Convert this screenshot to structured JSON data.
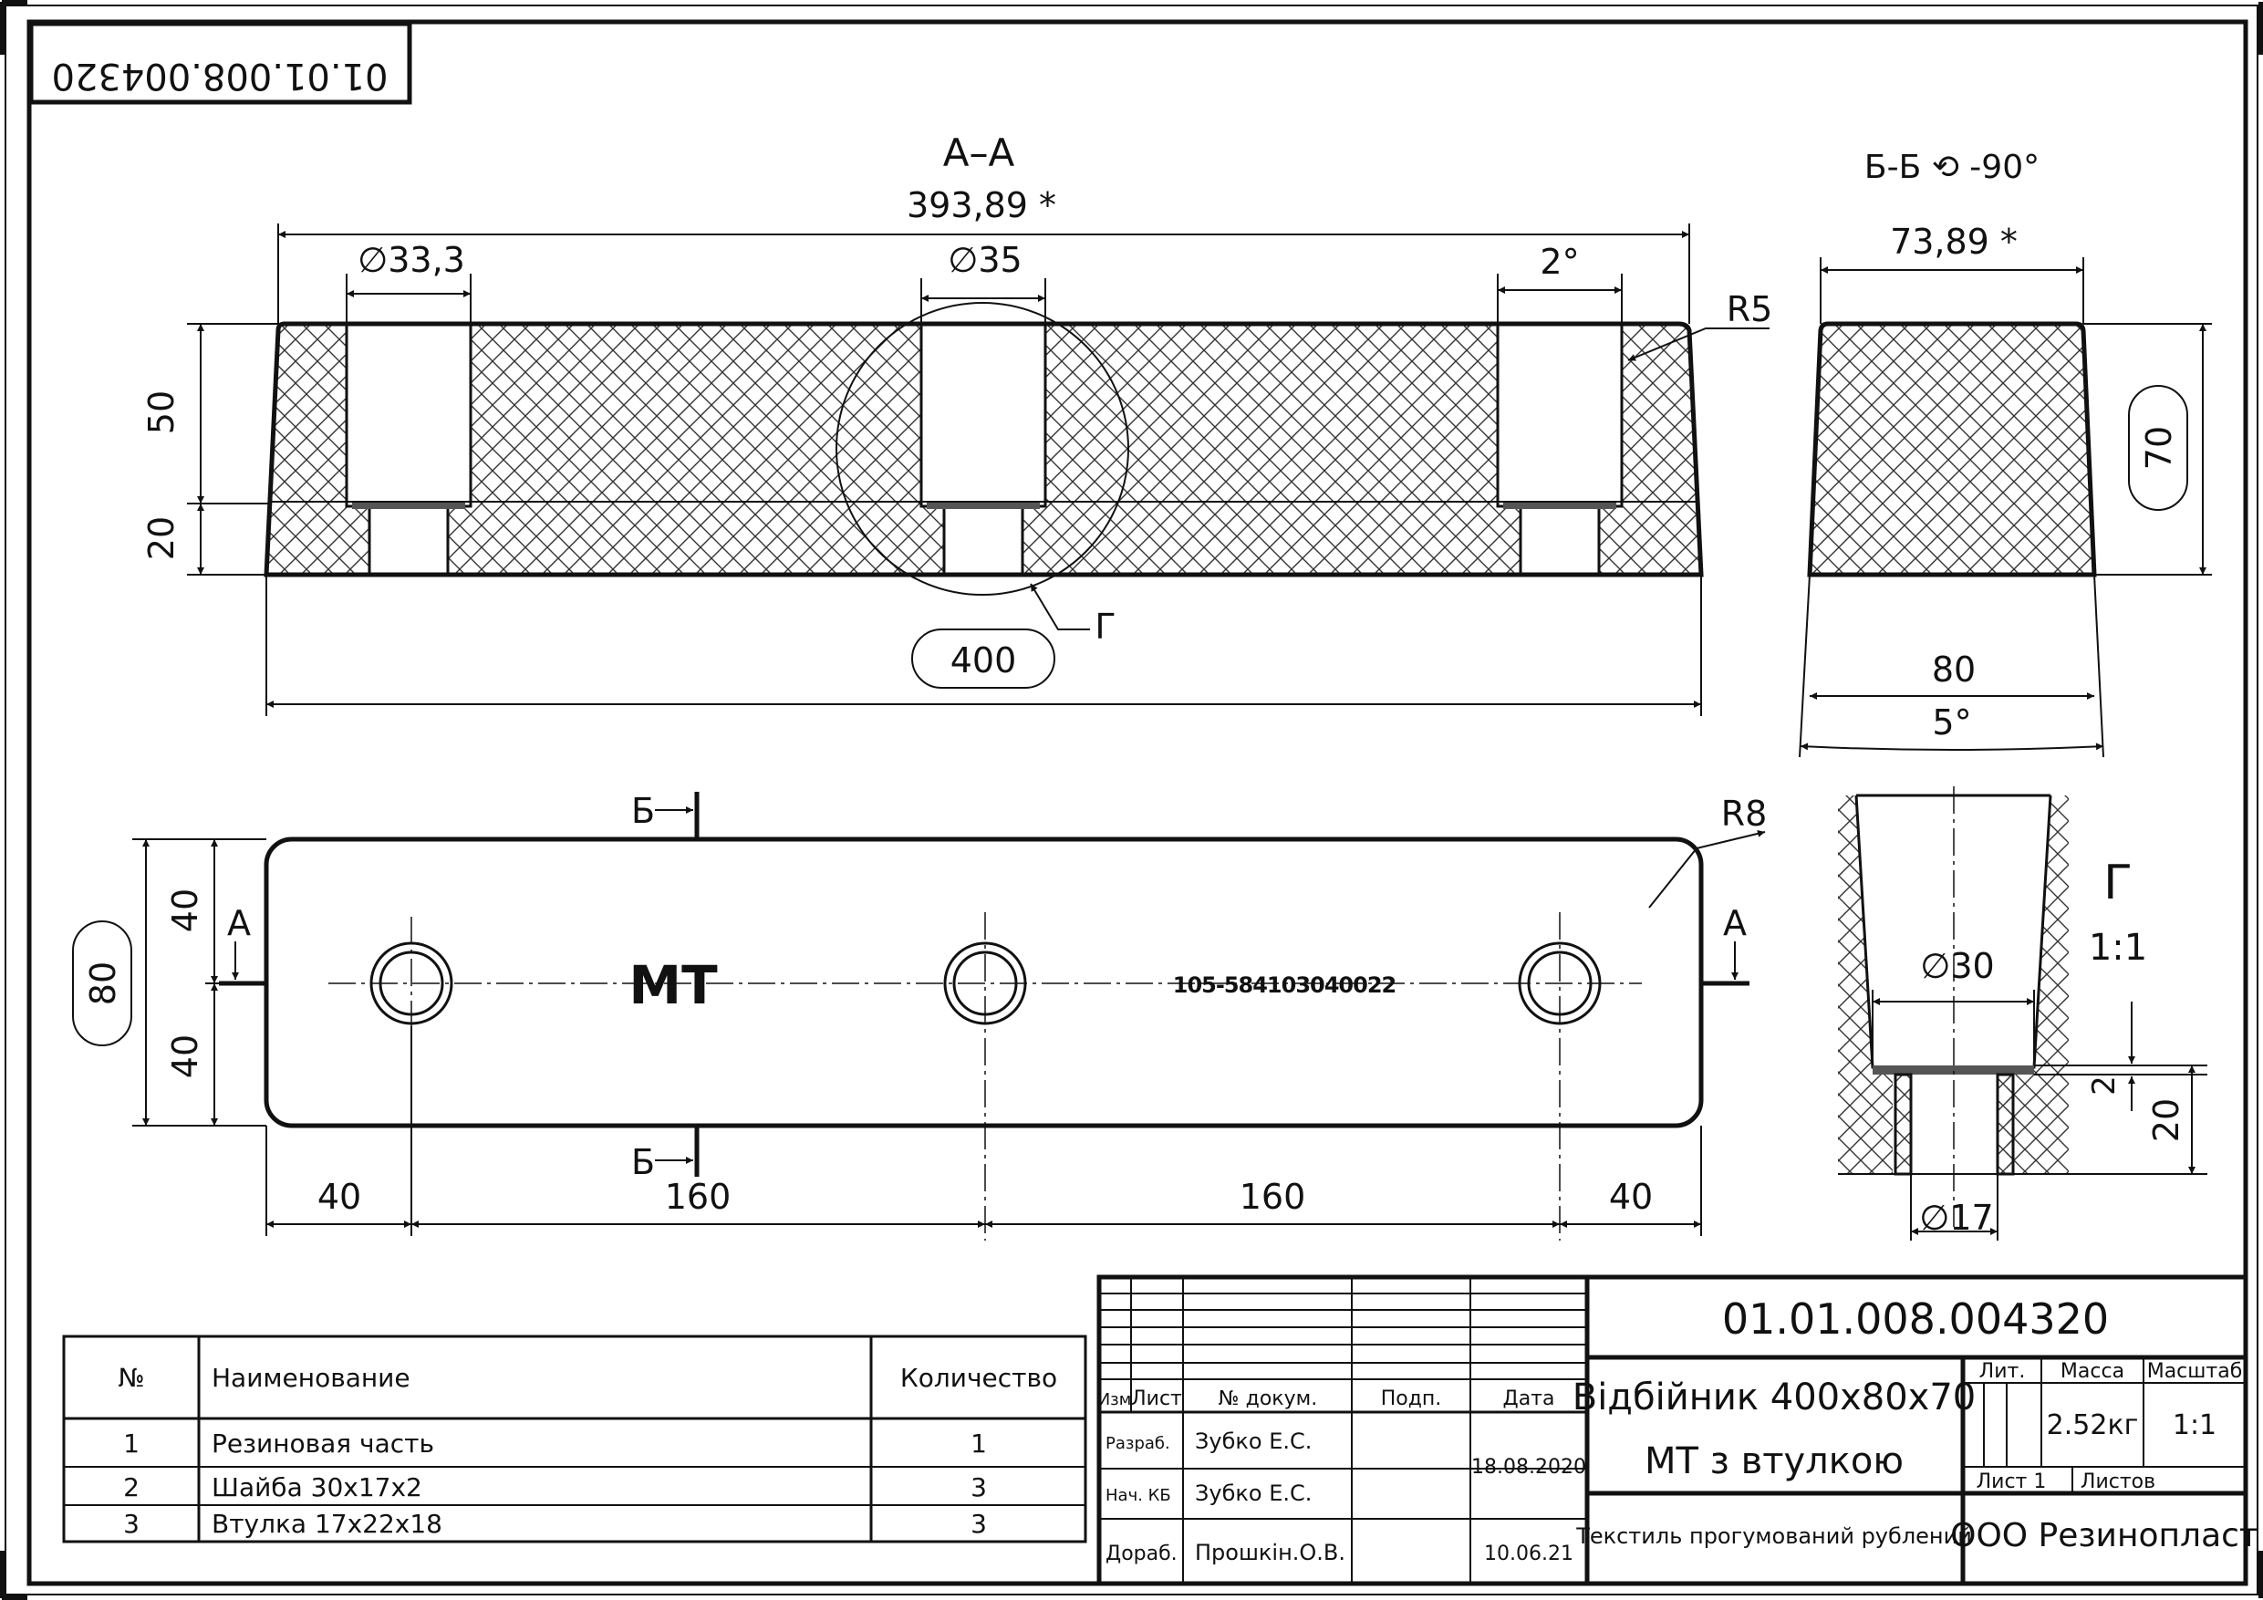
{
  "stamp_top": "01.01.008.004320",
  "section_aa": {
    "title": "А–А",
    "overall_top": "393,89 *",
    "d_left": "∅33,3",
    "d_mid": "∅35",
    "angle": "2°",
    "radius": "R5",
    "h_top": "50",
    "h_bottom": "20",
    "detail_ref": "Г",
    "length_box": "400"
  },
  "section_bb": {
    "title": "Б-Б ⟲ -90°",
    "top_width": "73,89 *",
    "height_box": "70",
    "bottom_width": "80",
    "angle": "5°"
  },
  "plan": {
    "marker_b": "Б",
    "marker_a": "А",
    "radius": "R8",
    "dim_40_top": "40",
    "dim_40_bottom": "40",
    "width_box": "80",
    "marking": "МТ",
    "part_no": "105-584103040022",
    "dims_bottom": [
      "40",
      "160",
      "160",
      "40"
    ]
  },
  "detail_g": {
    "title": "Г",
    "scale": "1:1",
    "d30": "∅30",
    "dim2": "2",
    "dim20": "20",
    "d17": "∅17"
  },
  "bom": {
    "headers": [
      "№",
      "Наименование",
      "Количество"
    ],
    "rows": [
      {
        "n": "1",
        "name": "Резиновая часть",
        "qty": "1"
      },
      {
        "n": "2",
        "name": "Шайба 30х17х2",
        "qty": "3"
      },
      {
        "n": "3",
        "name": "Втулка 17х22х18",
        "qty": "3"
      }
    ]
  },
  "title_block": {
    "doc_number": "01.01.008.004320",
    "name_line1": "Відбійник 400х80х70",
    "name_line2": "МТ з втулкою",
    "material": "Текстиль прогумований рублений",
    "company": "ООО Резинопласт",
    "col_headers": [
      "Изм",
      "Лист",
      "№ докум.",
      "Подп.",
      "Дата"
    ],
    "lit_label": "Лит.",
    "mass_label": "Масса",
    "scale_label": "Масштаб",
    "mass": "2.52кг",
    "scale": "1:1",
    "sheet_label": "Лист 1",
    "sheets_label": "Листов",
    "roles": [
      {
        "role": "Разраб.",
        "name": "Зубко Е.С."
      },
      {
        "role": "Нач. КБ",
        "name": "Зубко Е.С."
      },
      {
        "role": "Дораб.",
        "name": "Прошкін.О.В."
      }
    ],
    "date1": "18.08.2020",
    "date2": "10.06.21"
  }
}
